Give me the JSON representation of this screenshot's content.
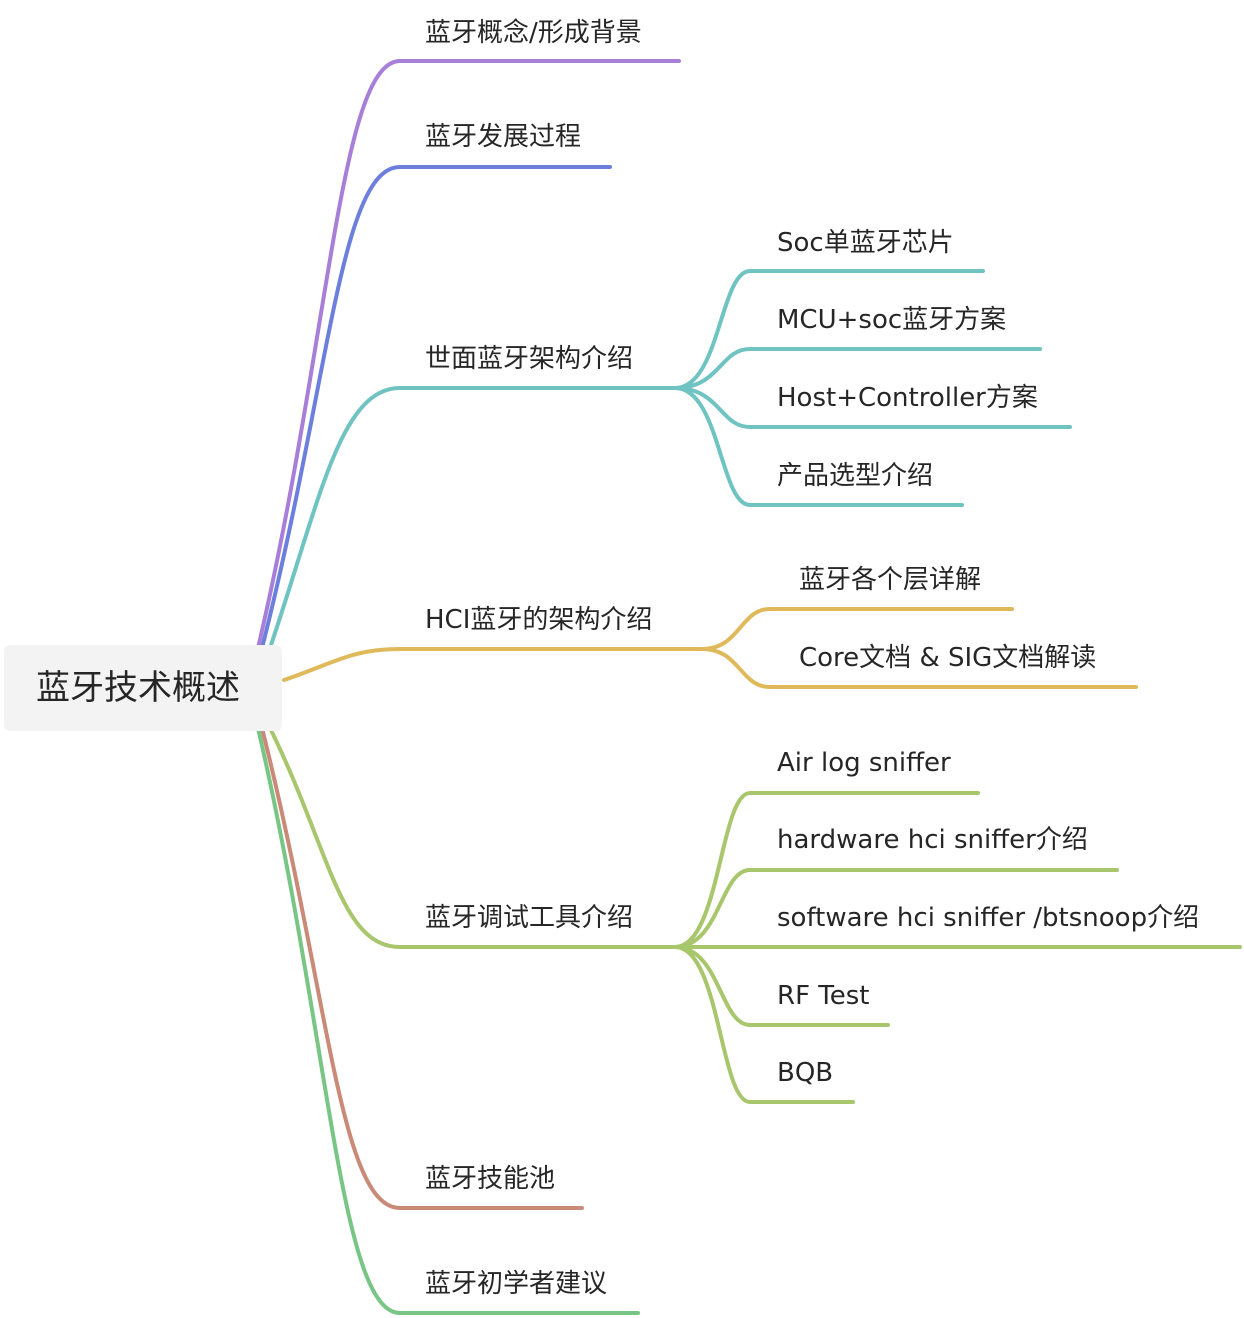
{
  "root": {
    "label": "蓝牙技术概述"
  },
  "branches": [
    {
      "id": "b1",
      "label": "蓝牙概念/形成背景",
      "color": "#a77fd8",
      "children": []
    },
    {
      "id": "b2",
      "label": "蓝牙发展过程",
      "color": "#6d7fdc",
      "children": []
    },
    {
      "id": "b3",
      "label": "世面蓝牙架构介绍",
      "color": "#6fc3c1",
      "children": [
        "Soc单蓝牙芯片",
        "MCU+soc蓝牙方案",
        "Host+Controller方案",
        "产品选型介绍"
      ]
    },
    {
      "id": "b4",
      "label": "HCI蓝牙的架构介绍",
      "color": "#dfb95a",
      "children": [
        "蓝牙各个层详解",
        "Core文档 & SIG文档解读"
      ]
    },
    {
      "id": "b5",
      "label": "蓝牙调试工具介绍",
      "color": "#a8c66c",
      "children": [
        "Air log sniffer",
        "hardware hci sniffer介绍",
        "software hci sniffer /btsnoop介绍",
        "RF Test",
        "BQB"
      ]
    },
    {
      "id": "b6",
      "label": "蓝牙技能池",
      "color": "#c98a78",
      "children": []
    },
    {
      "id": "b7",
      "label": "蓝牙初学者建议",
      "color": "#78c585",
      "children": []
    }
  ]
}
